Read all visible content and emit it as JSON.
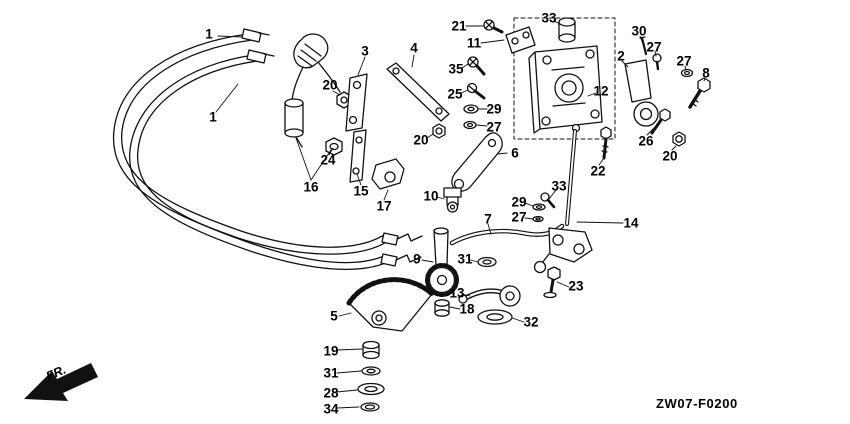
{
  "diagram": {
    "code": "ZW07-F0200",
    "direction_label": "FR.",
    "labels": [
      "1",
      "1",
      "16",
      "24",
      "20",
      "3",
      "4",
      "15",
      "17",
      "35",
      "25",
      "29",
      "27",
      "20",
      "21",
      "11",
      "33",
      "30",
      "27",
      "2",
      "27",
      "8",
      "12",
      "26",
      "20",
      "22",
      "6",
      "10",
      "29",
      "27",
      "33",
      "14",
      "7",
      "9",
      "31",
      "13",
      "18",
      "32",
      "23",
      "5",
      "19",
      "31",
      "28",
      "34"
    ]
  }
}
